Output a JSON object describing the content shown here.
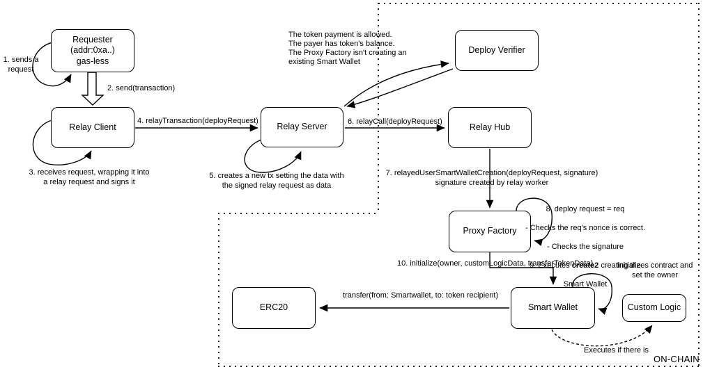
{
  "boxes": {
    "requester": "Requester\n(addr:0xa..)\ngas-less",
    "relay_client": "Relay Client",
    "relay_server": "Relay Server",
    "deploy_verifier": "Deploy Verifier",
    "relay_hub": "Relay Hub",
    "proxy_factory": "Proxy Factory",
    "smart_wallet": "Smart Wallet",
    "custom_logic": "Custom Logic",
    "erc20": "ERC20"
  },
  "annotations": {
    "step1": "1. sends a\nrequest",
    "step2": "2. send(transaction)",
    "step3": "3. receives request, wrapping it into\na relay request and signs it",
    "step4": "4. relayTransaction(deployRequest)",
    "step5": "5. creates a new tx setting the data with\nthe signed relay request as data",
    "step6": "6. relayCall(deployRequest)",
    "step7": "7. relayedUserSmartWalletCreation(deployRequest, signature)\nsignature created by relay worker",
    "verifier_checks": "The token payment is allowed.\nThe payer has token's balance.\nThe Proxy Factory isn't creating an\nexisting Smart Wallet",
    "step8_line1": "8. deploy request = req",
    "step8_line2": "- Checks the req's nonce is correct.",
    "step8_line3": "- Checks the signature",
    "step9_prefix": "9. Executes ",
    "step9_keyword": "create2",
    "step9_suffix": " creating the",
    "step9_line2": "Smart Wallet",
    "step10": "10. initialize(owner, customLogicData, transferTokenData)",
    "custom_logic_note": "Initializes contract and\nset the owner",
    "transfer_call": "transfer(from: Smartwallet, to: token recipient)",
    "executes_note": "Executes if there is",
    "region_label": "ON-CHAIN"
  },
  "colors": {
    "line": "#000000",
    "background": "#ffffff"
  }
}
